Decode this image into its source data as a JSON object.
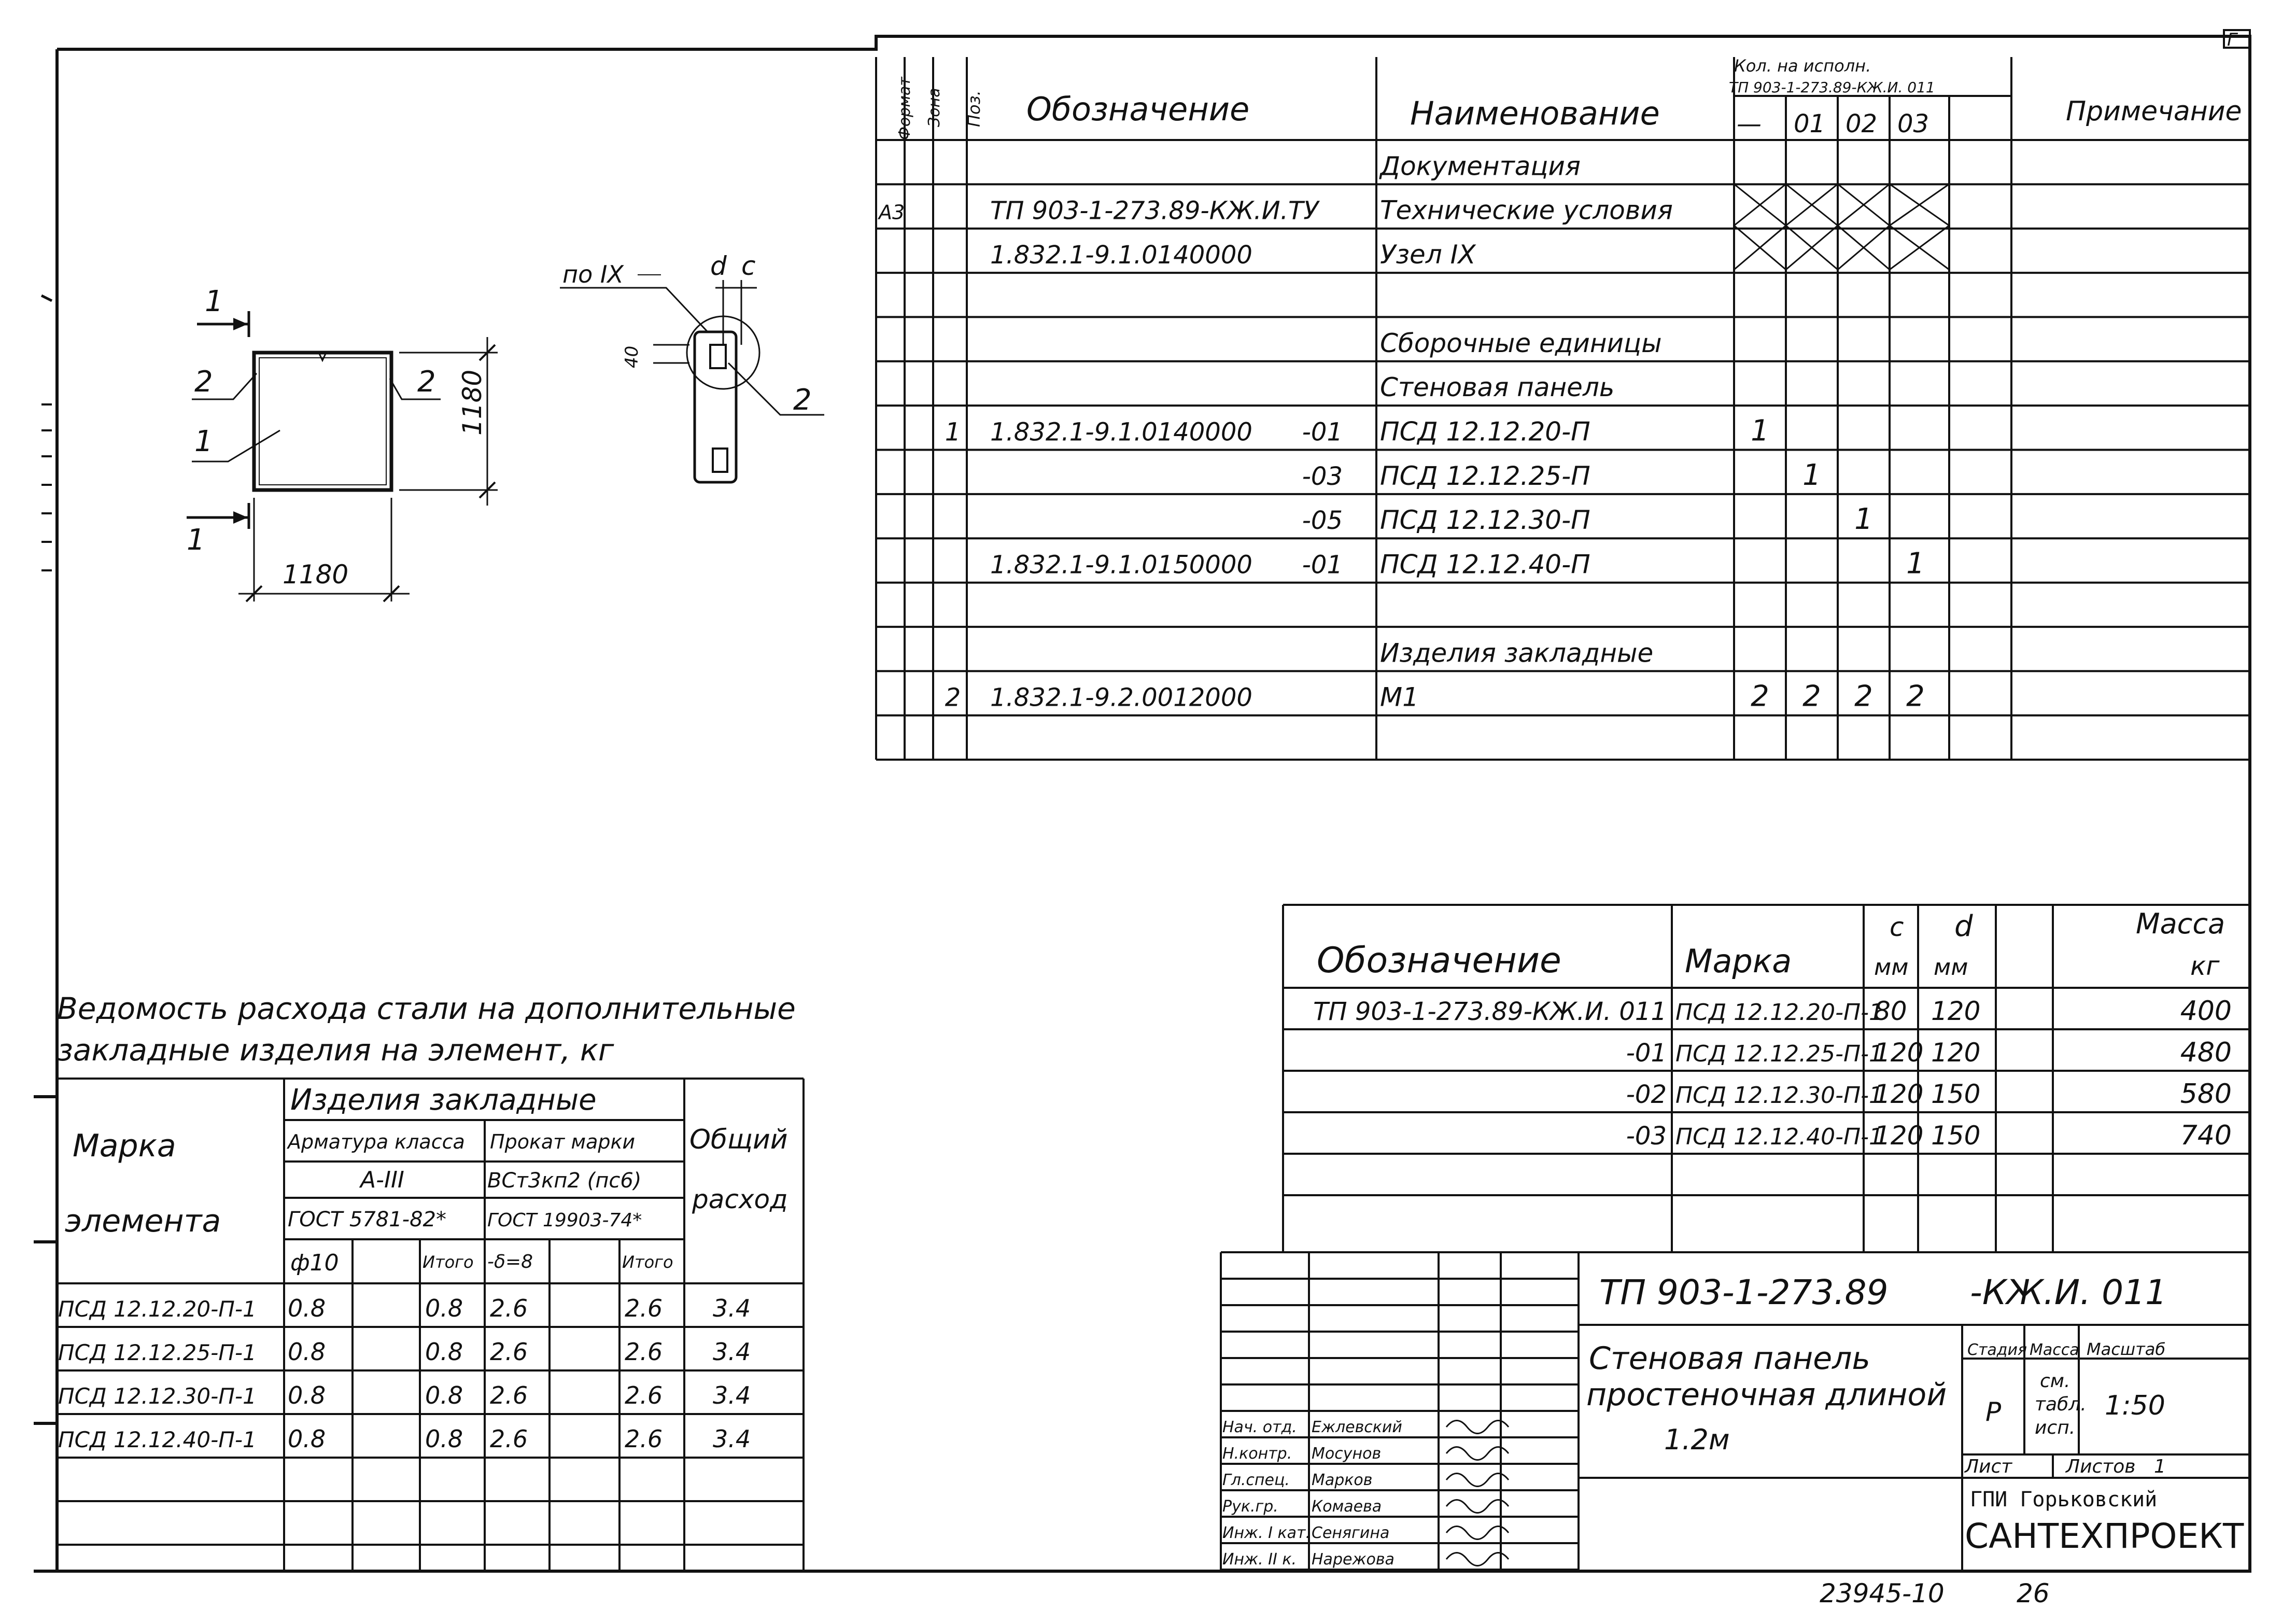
{
  "corner_mark": "Г",
  "spec": {
    "headers": {
      "format": "Формат",
      "zone": "Зона",
      "pos": "Поз.",
      "designation": "Обозначение",
      "name": "Наименование",
      "qty_title_1": "Кол. на исполн.",
      "qty_title_2": "ТП 903-1-273.89-КЖ.И. 011",
      "note": "Примечание",
      "qty_cols": [
        "—",
        "01",
        "02",
        "03"
      ]
    },
    "rows": [
      {
        "format": "",
        "pos": "",
        "designation": "",
        "suffix": "",
        "name": "Документация",
        "q": [
          "",
          "",
          "",
          ""
        ]
      },
      {
        "format": "А3",
        "pos": "",
        "designation": "ТП 903-1-273.89-КЖ.И.ТУ",
        "suffix": "",
        "name": "Технические условия",
        "q": [
          "",
          "",
          "",
          ""
        ]
      },
      {
        "format": "",
        "pos": "",
        "designation": "1.832.1-9.1.0140000",
        "suffix": "",
        "name": "Узел IX",
        "q": [
          "",
          "",
          "",
          ""
        ]
      },
      {
        "format": "",
        "pos": "",
        "designation": "",
        "suffix": "",
        "name": "",
        "q": [
          "",
          "",
          "",
          ""
        ]
      },
      {
        "format": "",
        "pos": "",
        "designation": "",
        "suffix": "",
        "name": "Сборочные единицы",
        "q": [
          "",
          "",
          "",
          ""
        ]
      },
      {
        "format": "",
        "pos": "",
        "designation": "",
        "suffix": "",
        "name": "Стеновая панель",
        "q": [
          "",
          "",
          "",
          ""
        ]
      },
      {
        "format": "",
        "pos": "1",
        "designation": "1.832.1-9.1.0140000",
        "suffix": "-01",
        "name": "ПСД 12.12.20-П",
        "q": [
          "1",
          "",
          "",
          ""
        ]
      },
      {
        "format": "",
        "pos": "",
        "designation": "",
        "suffix": "-03",
        "name": "ПСД 12.12.25-П",
        "q": [
          "",
          "1",
          "",
          ""
        ]
      },
      {
        "format": "",
        "pos": "",
        "designation": "",
        "suffix": "-05",
        "name": "ПСД 12.12.30-П",
        "q": [
          "",
          "",
          "1",
          ""
        ]
      },
      {
        "format": "",
        "pos": "",
        "designation": "1.832.1-9.1.0150000",
        "suffix": "-01",
        "name": "ПСД 12.12.40-П",
        "q": [
          "",
          "",
          "",
          "1"
        ]
      },
      {
        "format": "",
        "pos": "",
        "designation": "",
        "suffix": "",
        "name": "",
        "q": [
          "",
          "",
          "",
          ""
        ]
      },
      {
        "format": "",
        "pos": "",
        "designation": "",
        "suffix": "",
        "name": "Изделия закладные",
        "q": [
          "",
          "",
          "",
          ""
        ]
      },
      {
        "format": "",
        "pos": "2",
        "designation": "1.832.1-9.2.0012000",
        "suffix": "",
        "name": "М1",
        "q": [
          "2",
          "2",
          "2",
          "2"
        ]
      },
      {
        "format": "",
        "pos": "",
        "designation": "",
        "suffix": "",
        "name": "",
        "q": [
          "",
          "",
          "",
          ""
        ]
      }
    ]
  },
  "drawing": {
    "label_1": "1",
    "label_2": "2",
    "dim_width": "1180",
    "dim_height": "1180",
    "node_ref": "по IX",
    "dim_d": "d",
    "dim_c": "c",
    "dim_40": "40"
  },
  "marks_table": {
    "headers": {
      "designation": "Обозначение",
      "mark": "Марка",
      "c": "c",
      "c_unit": "мм",
      "d": "d",
      "d_unit": "мм",
      "mass": "Масса",
      "mass_unit": "кг"
    },
    "rows": [
      {
        "designation": "ТП 903-1-273.89-КЖ.И. 011",
        "mark": "ПСД 12.12.20-П-1",
        "c": "80",
        "d": "120",
        "mass": "400"
      },
      {
        "designation": "-01",
        "mark": "ПСД 12.12.25-П-1",
        "c": "120",
        "d": "120",
        "mass": "480"
      },
      {
        "designation": "-02",
        "mark": "ПСД 12.12.30-П-1",
        "c": "120",
        "d": "150",
        "mass": "580"
      },
      {
        "designation": "-03",
        "mark": "ПСД 12.12.40-П-1",
        "c": "120",
        "d": "150",
        "mass": "740"
      }
    ]
  },
  "steel_table": {
    "title_1": "Ведомость расхода стали на дополнительные",
    "title_2": "закладные изделия на элемент, кг",
    "headers": {
      "mark_1": "Марка",
      "mark_2": "элемента",
      "embedded": "Изделия закладные",
      "rebar": "Арматура класса",
      "rebar_class": "А-III",
      "rebar_gost": "ГОСТ 5781-82*",
      "rolled": "Прокат марки",
      "rolled_grade": "ВСт3кп2 (пс6)",
      "rolled_gost": "ГОСТ 19903-74*",
      "total_1": "Общий",
      "total_2": "расход",
      "phi": "ф10",
      "itogo_1": "Итого",
      "delta": "-δ=8",
      "itogo_2": "Итого"
    },
    "rows": [
      {
        "mark": "ПСД 12.12.20-П-1",
        "phi": "0.8",
        "itogo1": "0.8",
        "delta": "2.6",
        "itogo2": "2.6",
        "total": "3.4"
      },
      {
        "mark": "ПСД 12.12.25-П-1",
        "phi": "0.8",
        "itogo1": "0.8",
        "delta": "2.6",
        "itogo2": "2.6",
        "total": "3.4"
      },
      {
        "mark": "ПСД 12.12.30-П-1",
        "phi": "0.8",
        "itogo1": "0.8",
        "delta": "2.6",
        "itogo2": "2.6",
        "total": "3.4"
      },
      {
        "mark": "ПСД 12.12.40-П-1",
        "phi": "0.8",
        "itogo1": "0.8",
        "delta": "2.6",
        "itogo2": "2.6",
        "total": "3.4"
      }
    ]
  },
  "title_block": {
    "code": "ТП 903-1-273.89",
    "code_suffix": "-КЖ.И. 011",
    "name_1": "Стеновая панель",
    "name_2": "простеночная длиной",
    "name_3": "1.2м",
    "stage_label": "Стадия",
    "stage": "Р",
    "mass_label": "Масса",
    "mass_1": "см.",
    "mass_2": "табл.",
    "mass_3": "исп.",
    "scale_label": "Масштаб",
    "scale": "1:50",
    "sheet_label": "Лист",
    "sheets_label": "Листов",
    "sheets": "1",
    "org_1": "ГПИ Горьковский",
    "org_2": "САНТЕХПРОЕКТ",
    "roles": [
      {
        "role": "Нач. отд.",
        "name": "Ежлевский"
      },
      {
        "role": "Н.контр.",
        "name": "Мосунов"
      },
      {
        "role": "Гл.спец.",
        "name": "Марков"
      },
      {
        "role": "Рук.гр.",
        "name": "Комаева"
      },
      {
        "role": "Инж. I кат.",
        "name": "Сенягина"
      },
      {
        "role": "Инж. II к.",
        "name": "Нарежова"
      }
    ]
  },
  "footer": {
    "number": "23945-10",
    "page": "26"
  }
}
